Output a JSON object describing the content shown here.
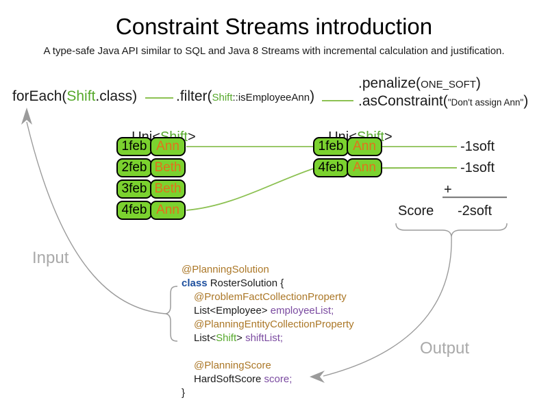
{
  "title": "Constraint Streams introduction",
  "subtitle": "A type-safe Java API similar to SQL and Java 8 Streams with incremental calculation and justification.",
  "pipeline": {
    "foreach": {
      "pre": "forEach(",
      "type": "Shift",
      "post": ".class)"
    },
    "filter": {
      "pre": ".filter(",
      "type": "Shift",
      "arg": "::isEmployeeAnn",
      "post": ")"
    },
    "penalize": {
      "pre": ".penalize(",
      "arg": "ONE_SOFT",
      "post": ")"
    },
    "as_constraint": {
      "pre": ".asConstraint(",
      "arg": "\"Don't assign Ann\"",
      "post": ")"
    }
  },
  "streams": {
    "left": {
      "label": {
        "pre": "Uni<",
        "type": "Shift",
        "post": ">"
      },
      "rows": [
        {
          "date": "1feb",
          "employee": "Ann"
        },
        {
          "date": "2feb",
          "employee": "Beth"
        },
        {
          "date": "3feb",
          "employee": "Beth"
        },
        {
          "date": "4feb",
          "employee": "Ann"
        }
      ]
    },
    "right": {
      "label": {
        "pre": "Uni<",
        "type": "Shift",
        "post": ">"
      },
      "rows": [
        {
          "date": "1feb",
          "employee": "Ann"
        },
        {
          "date": "4feb",
          "employee": "Ann"
        }
      ]
    }
  },
  "penalties": [
    "-1soft",
    "-1soft"
  ],
  "score_summary": {
    "plus": "+",
    "label": "Score",
    "total": "-2soft"
  },
  "labels": {
    "input": "Input",
    "output": "Output"
  },
  "code": {
    "annotation_solution": "@PlanningSolution",
    "kw_class": "class",
    "class_decl": " RosterSolution {",
    "annotation_problem_fact": "@ProblemFactCollectionProperty",
    "employee_type": "List<Employee> ",
    "employee_field": "employeeList;",
    "annotation_planning_entity": "@PlanningEntityCollectionProperty",
    "shift_type_pre": "List<",
    "shift_type": "Shift",
    "shift_type_post": "> ",
    "shift_field": "shiftList;",
    "annotation_score": "@PlanningScore",
    "score_type": "HardSoftScore ",
    "score_field": "score;",
    "close_brace": "}"
  },
  "colors": {
    "box_green": "#7bd22f",
    "line_green": "#8cc152",
    "type_green": "#55a82a",
    "employee_orange": "#e2711c",
    "annotation_brown": "#ab7727",
    "keyword_blue": "#1d4f9e",
    "field_purple": "#7a4aa0",
    "arrow_gray": "#9b9b9b"
  }
}
